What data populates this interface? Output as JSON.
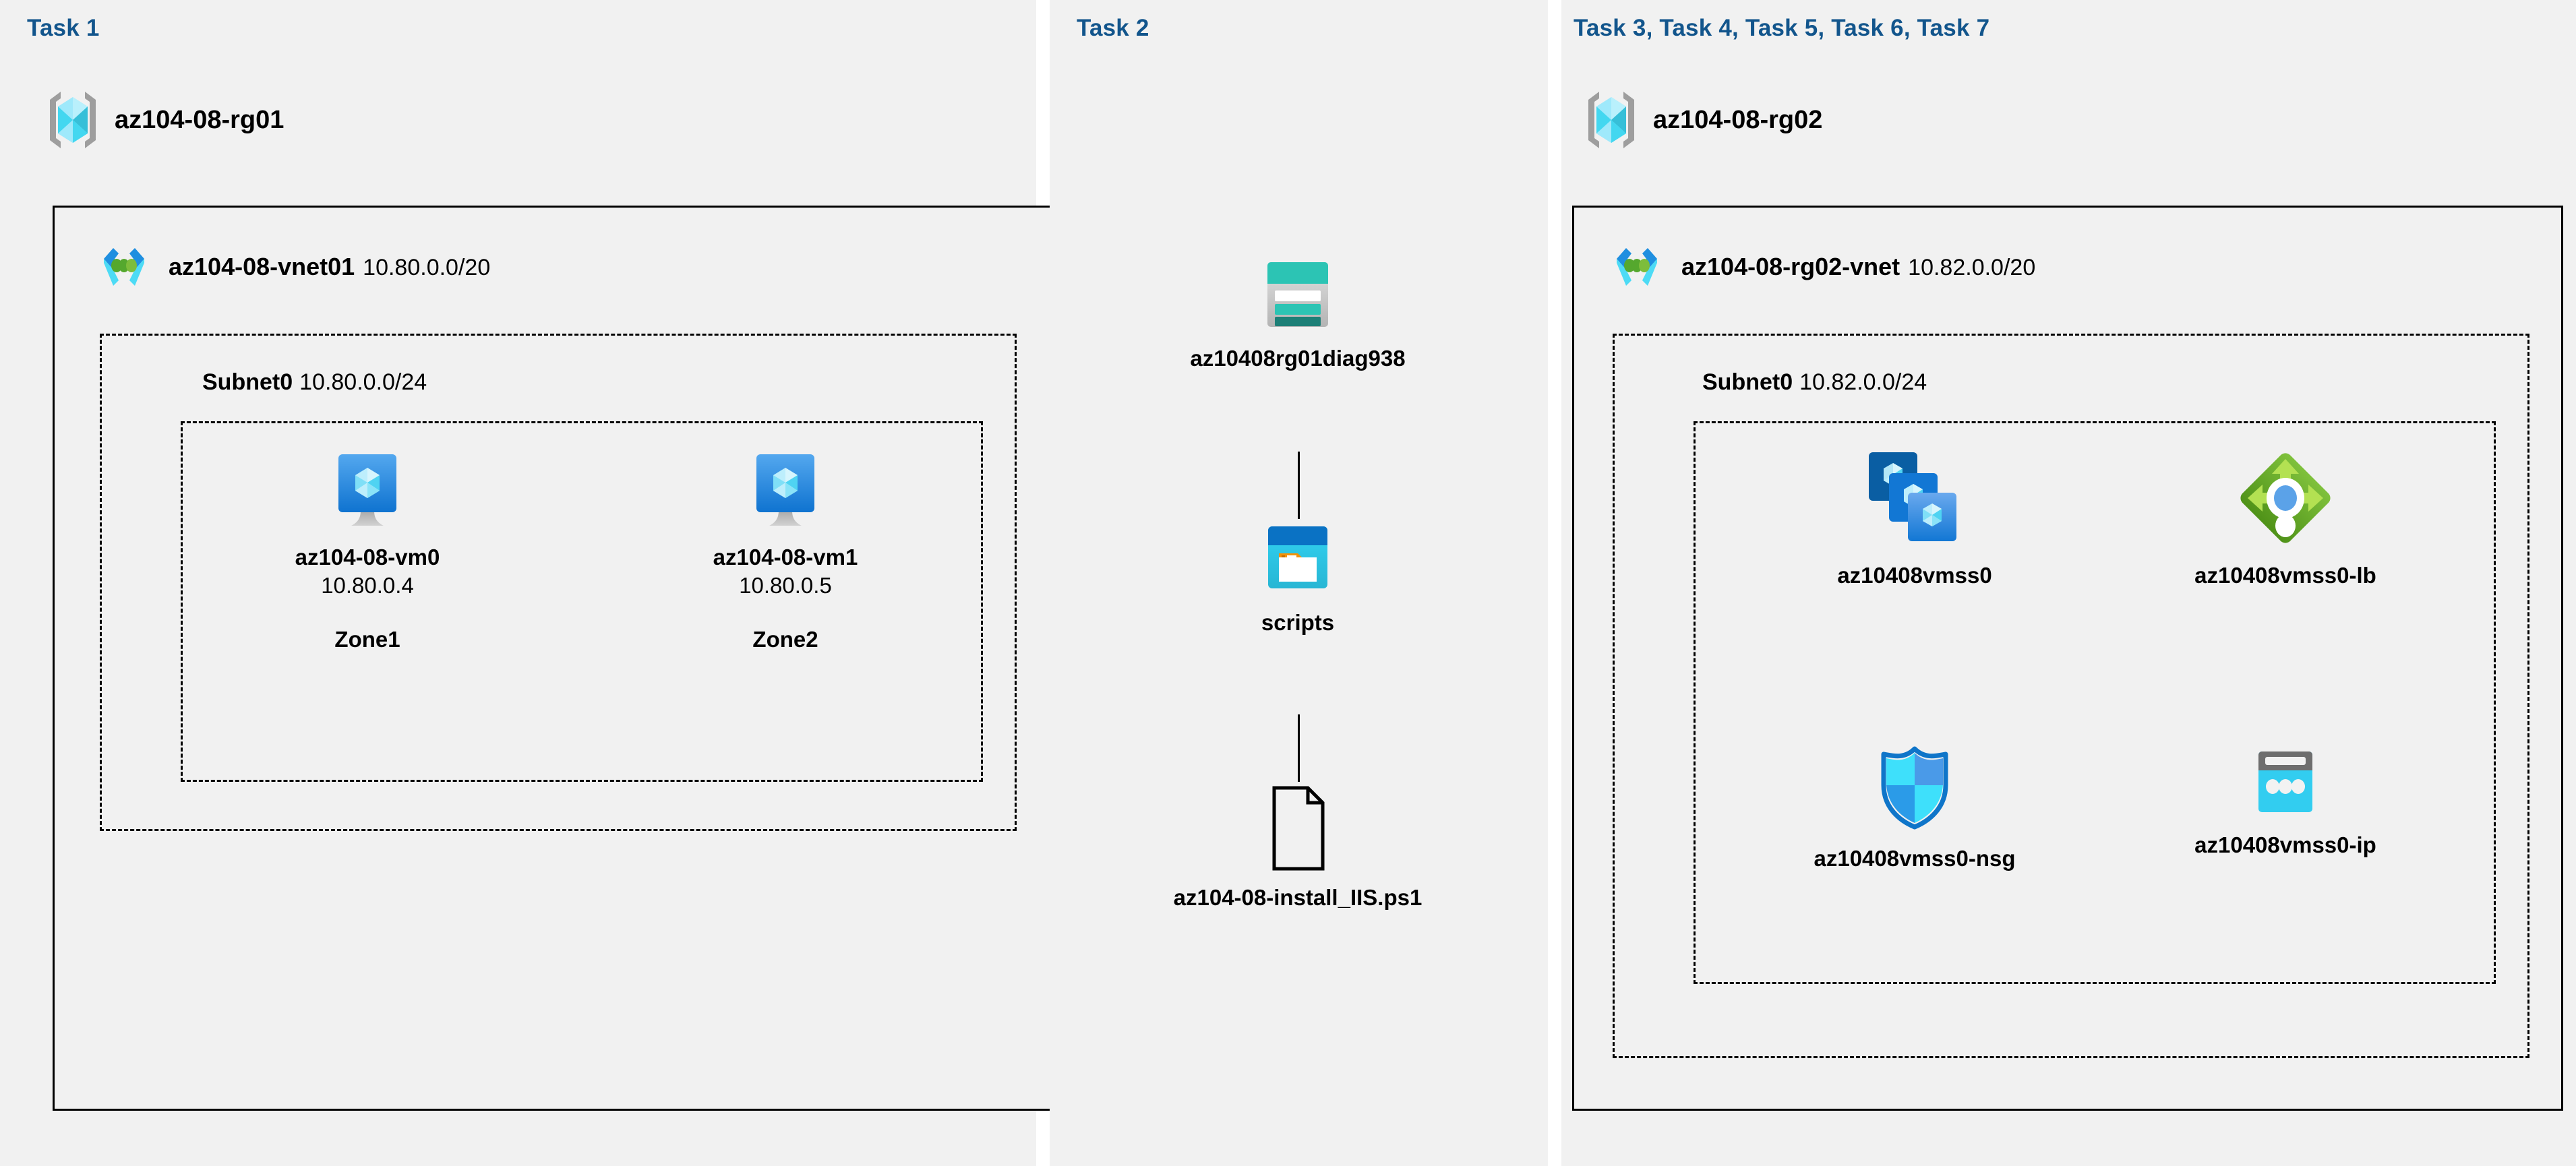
{
  "columns": [
    {
      "task_title": "Task 1",
      "resource_group": {
        "name": "az104-08-rg01",
        "icon": "resource-group-icon"
      },
      "vnet": {
        "name": "az104-08-vnet01",
        "cidr": "10.80.0.0/20",
        "icon": "virtual-network-icon"
      },
      "subnet": {
        "name": "Subnet0",
        "cidr": "10.80.0.0/24"
      },
      "vms": [
        {
          "icon": "virtual-machine-icon",
          "name": "az104-08-vm0",
          "ip": "10.80.0.4",
          "zone": "Zone1"
        },
        {
          "icon": "virtual-machine-icon",
          "name": "az104-08-vm1",
          "ip": "10.80.0.5",
          "zone": "Zone2"
        }
      ]
    },
    {
      "task_title": "Task 2",
      "nodes": [
        {
          "icon": "storage-account-icon",
          "name": "az10408rg01diag938"
        },
        {
          "icon": "blob-container-icon",
          "name": "scripts"
        },
        {
          "icon": "file-document-icon",
          "name": "az104-08-install_IIS.ps1"
        }
      ]
    },
    {
      "task_title": "Task 3, Task 4, Task 5, Task 6, Task 7",
      "resource_group": {
        "name": "az104-08-rg02",
        "icon": "resource-group-icon"
      },
      "vnet": {
        "name": "az104-08-rg02-vnet",
        "cidr": "10.82.0.0/20",
        "icon": "virtual-network-icon"
      },
      "subnet": {
        "name": "Subnet0",
        "cidr": "10.82.0.0/24"
      },
      "resources": [
        {
          "icon": "vm-scale-set-icon",
          "name": "az10408vmss0"
        },
        {
          "icon": "load-balancer-icon",
          "name": "az10408vmss0-lb"
        },
        {
          "icon": "network-security-group-icon",
          "name": "az10408vmss0-nsg"
        },
        {
          "icon": "public-ip-address-icon",
          "name": "az10408vmss0-ip"
        }
      ]
    }
  ],
  "colors": {
    "task_label": "#12558c",
    "panel_background": "#f1f1f1",
    "page_background": "#ffffff",
    "border": "#000000",
    "azure_blue": "#0078d4",
    "cyan": "#32cdf0",
    "teal": "#2cc4b4",
    "green": "#6cb22b",
    "orange": "#f2920a",
    "gray": "#9e9e9e"
  }
}
